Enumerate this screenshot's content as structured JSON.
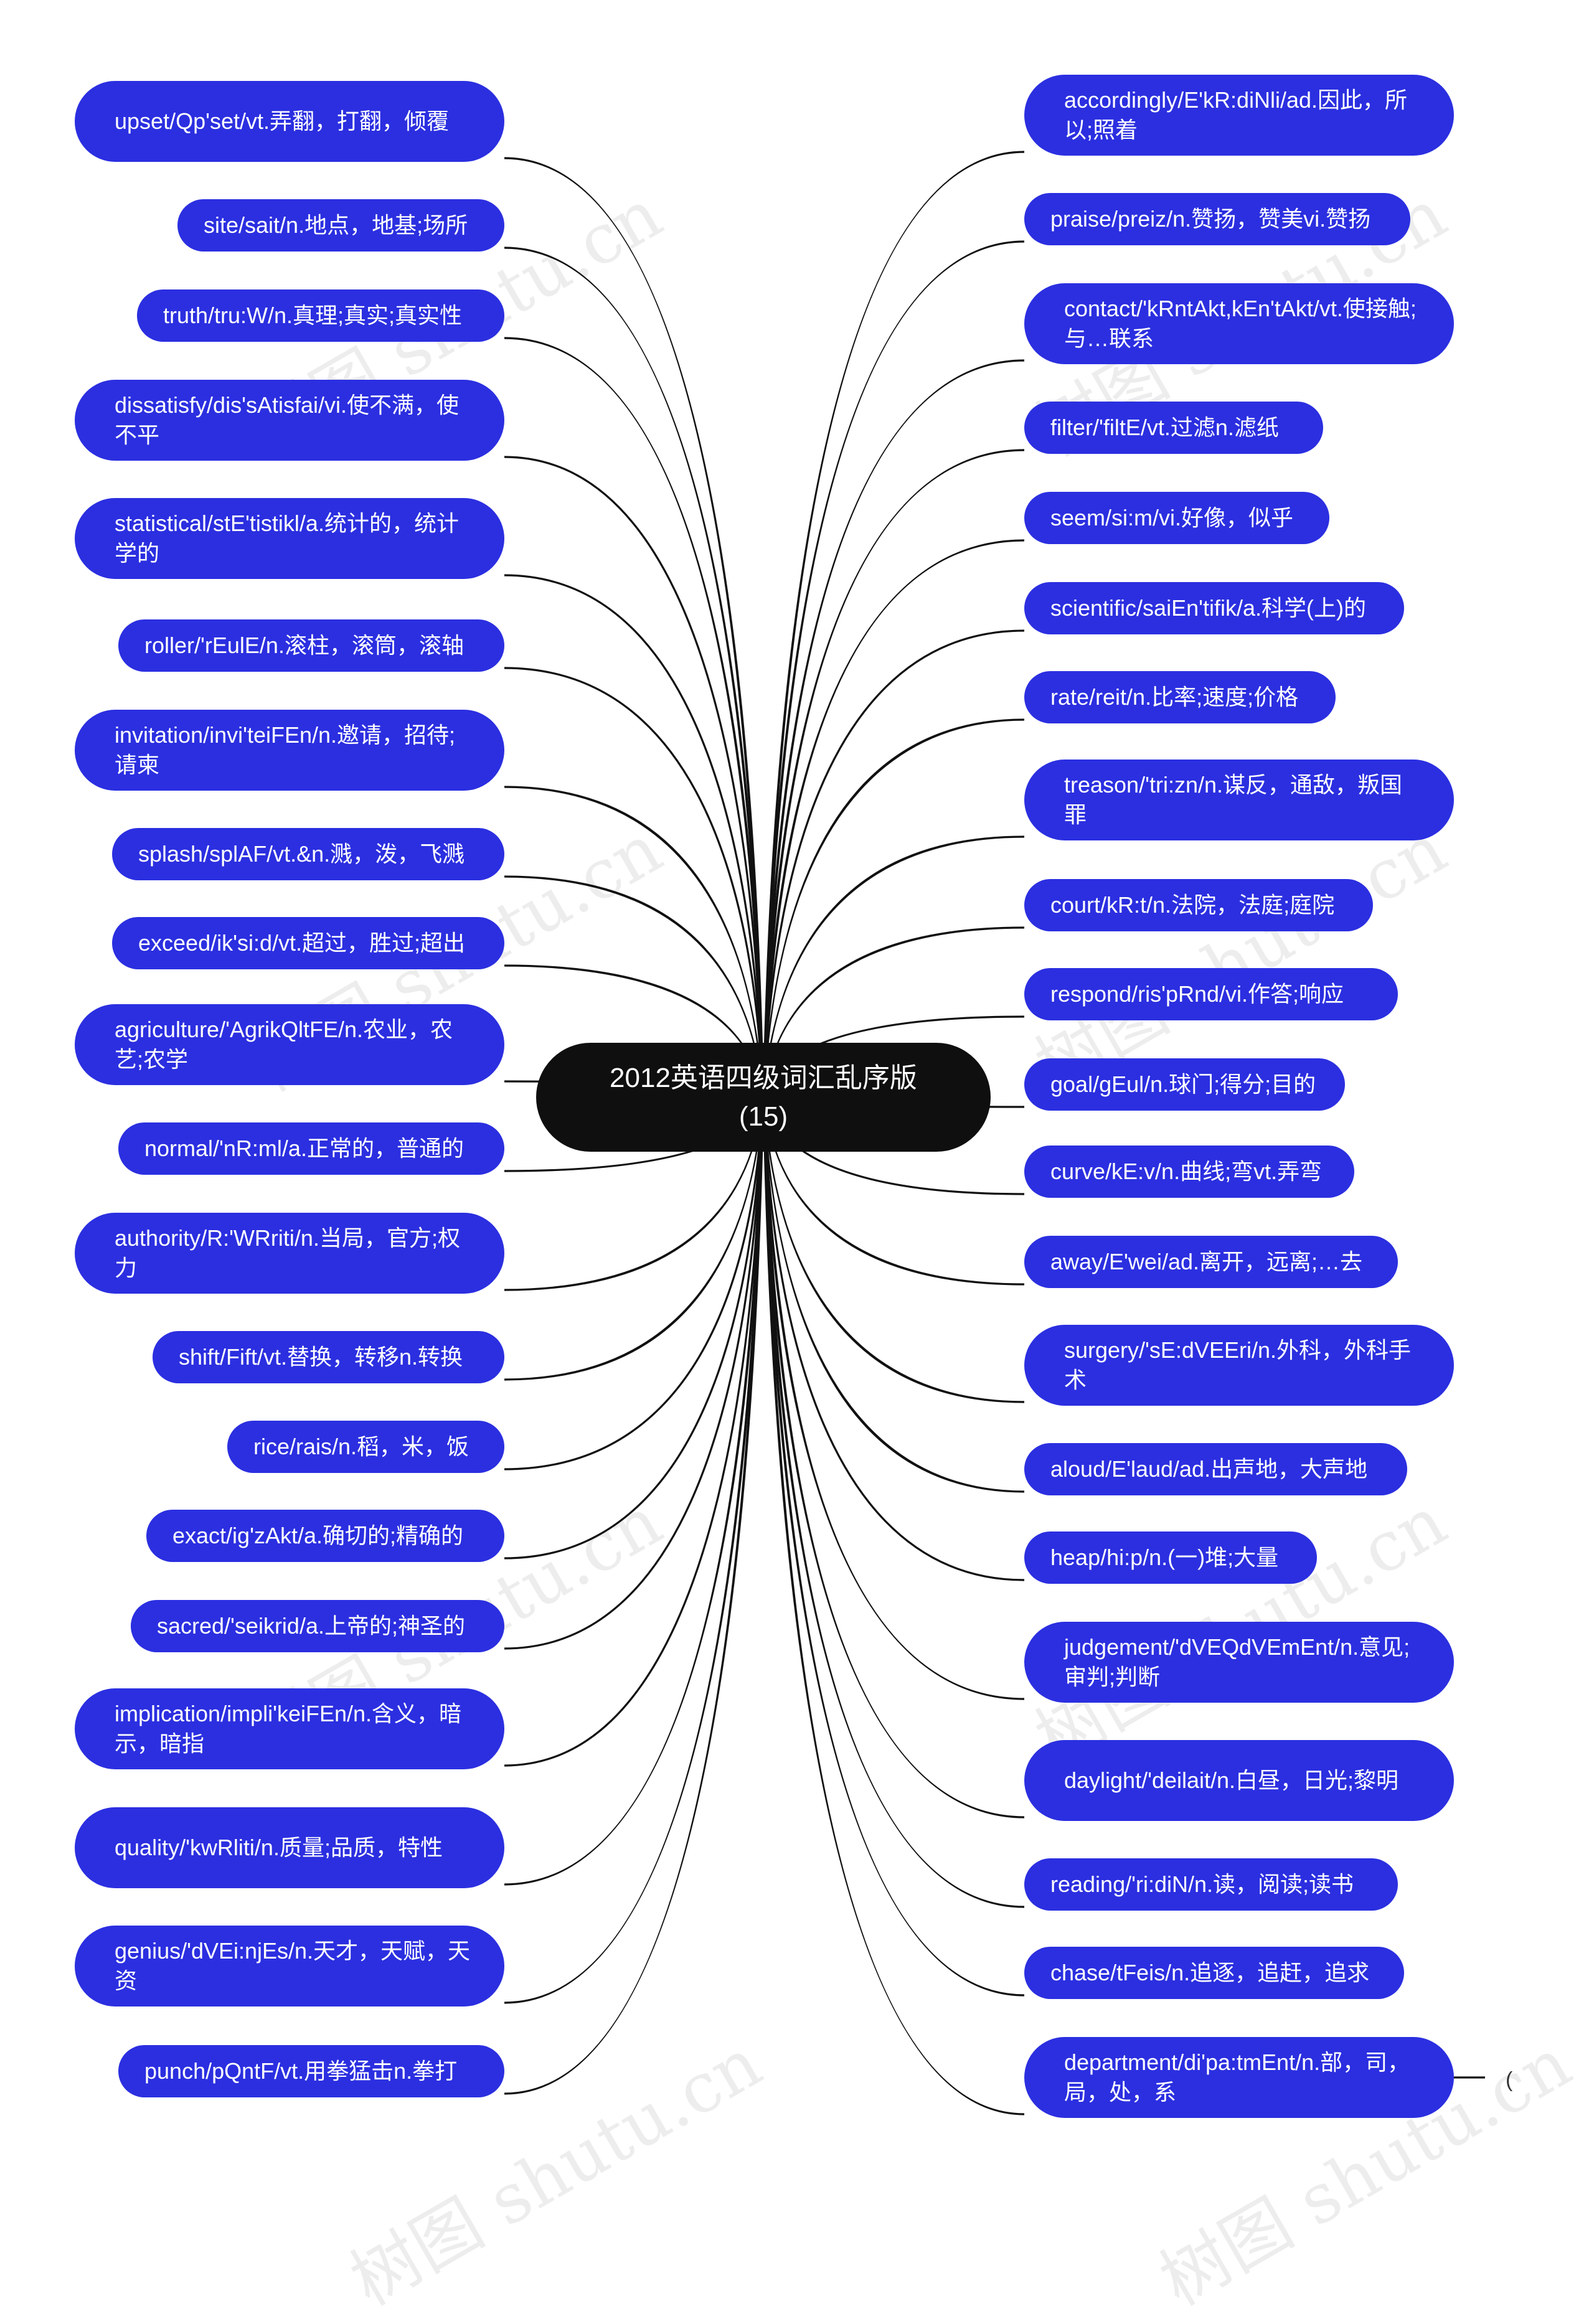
{
  "center": {
    "title": "2012英语四级词汇乱序版\n(15)"
  },
  "left": [
    "upset/Qp'set/vt.弄翻，打翻，倾覆",
    "site/sait/n.地点，地基;场所",
    "truth/tru:W/n.真理;真实;真实性",
    "dissatisfy/dis'sAtisfai/vi.使不满，使不平",
    "statistical/stE'tistikl/a.统计的，统计学的",
    "roller/'rEulE/n.滚柱，滚筒，滚轴",
    "invitation/invi'teiFEn/n.邀请，招待;请柬",
    "splash/splAF/vt.&n.溅，泼，飞溅",
    "exceed/ik'si:d/vt.超过，胜过;超出",
    "agriculture/'AgrikQltFE/n.农业，农艺;农学",
    "normal/'nR:ml/a.正常的，普通的",
    "authority/R:'WRriti/n.当局，官方;权力",
    "shift/Fift/vt.替换，转移n.转换",
    "rice/rais/n.稻，米，饭",
    "exact/ig'zAkt/a.确切的;精确的",
    "sacred/'seikrid/a.上帝的;神圣的",
    "implication/impli'keiFEn/n.含义，暗示，暗指",
    "quality/'kwRliti/n.质量;品质，特性",
    "genius/'dVEi:njEs/n.天才，天赋，天资",
    "punch/pQntF/vt.用拳猛击n.拳打"
  ],
  "right": [
    "accordingly/E'kR:diNli/ad.因此，所以;照着",
    "praise/preiz/n.赞扬，赞美vi.赞扬",
    "contact/'kRntAkt,kEn'tAkt/vt.使接触;与…联系",
    "filter/'filtE/vt.过滤n.滤纸",
    "seem/si:m/vi.好像，似乎",
    "scientific/saiEn'tifik/a.科学(上)的",
    "rate/reit/n.比率;速度;价格",
    "treason/'tri:zn/n.谋反，通敌，叛国罪",
    "court/kR:t/n.法院，法庭;庭院",
    "respond/ris'pRnd/vi.作答;响应",
    "goal/gEul/n.球门;得分;目的",
    "curve/kE:v/n.曲线;弯vt.弄弯",
    "away/E'wei/ad.离开，远离;…去",
    "surgery/'sE:dVEEri/n.外科，外科手术",
    "aloud/E'laud/ad.出声地，大声地",
    "heap/hi:p/n.(一)堆;大量",
    "judgement/'dVEQdVEmEnt/n.意见;审判;判断",
    "daylight/'deilait/n.白昼，日光;黎明",
    "reading/'ri:diN/n.读，阅读;读书",
    "chase/tFeis/n.追逐，追赶，追求",
    "department/di'pa:tmEnt/n.部，司，局，处，系"
  ],
  "edge_glyph": "(",
  "watermark": "树图 shutu.cn",
  "colors": {
    "node": "#2b2fe0",
    "center": "#0f0f0f",
    "line": "#111111"
  }
}
